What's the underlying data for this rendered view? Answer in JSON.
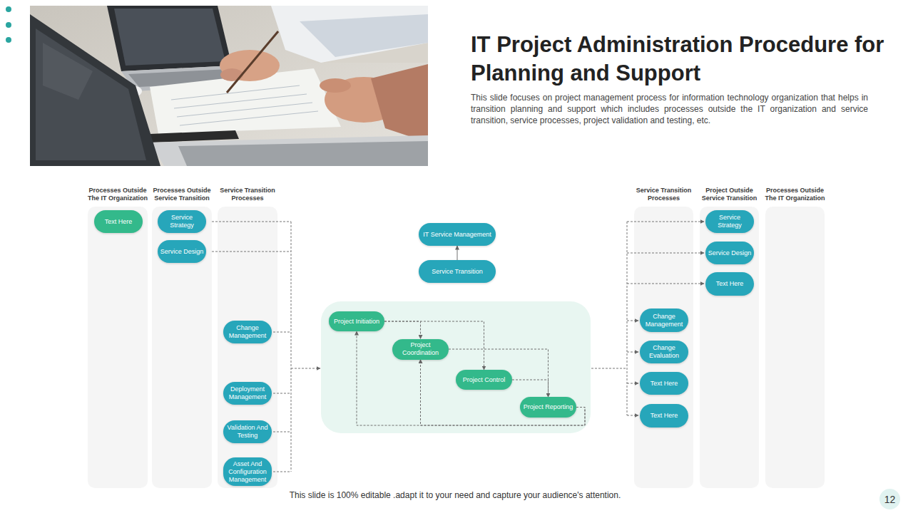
{
  "diagram": {
    "title": "IT Project Administration Procedure for Planning and Support",
    "caption": "This slide is 100% editable .adapt it to your need and capture your audience's attention.",
    "nodes": [
      {
        "text": [
          "Processes Outside The IT Organization"
        ]
      },
      {
        "text": [
          "Text Here"
        ],
        "in": 0
      },
      {
        "text": [
          "Processes Outside Service Transition"
        ]
      },
      {
        "text": [
          "Service Strategy"
        ],
        "in": 2
      },
      {
        "text": [
          "Service Design"
        ],
        "in": 2
      },
      {
        "text": [
          "Service Transition Processes"
        ]
      },
      {
        "text": [
          "Change Management"
        ],
        "in": 5
      },
      {
        "text": [
          "Deployment Management"
        ],
        "in": 5
      },
      {
        "text": [
          "Validation And Testing"
        ],
        "in": 5
      },
      {
        "text": [
          "Asset And Configuration Management"
        ],
        "in": 5
      },
      {
        "text": [
          "IT Service Management"
        ]
      },
      {
        "text": [
          "Service Transition"
        ]
      },
      {
        "text": [
          "Project Initiation"
        ]
      },
      {
        "text": [
          "Project Coordination"
        ]
      },
      {
        "text": [
          "Project Control"
        ]
      },
      {
        "text": [
          "Project Reporting"
        ]
      },
      {
        "text": [
          "Service Transition Processes"
        ]
      },
      {
        "text": [
          "Change Management"
        ],
        "in": 16
      },
      {
        "text": [
          "Change Evaluation"
        ],
        "in": 16
      },
      {
        "text": [
          "Text Here"
        ],
        "in": 16
      },
      {
        "text": [
          "Text Here"
        ],
        "in": 16
      },
      {
        "text": [
          "Project Outside Service Transition"
        ]
      },
      {
        "text": [
          "Service Strategy"
        ],
        "in": 21
      },
      {
        "text": [
          "Service Design"
        ],
        "in": 21
      },
      {
        "text": [
          "Text Here"
        ],
        "in": 21
      },
      {
        "text": [
          "Processes Outside The IT Organization"
        ]
      }
    ],
    "edges": [
      {
        "from": 11,
        "to": 10,
        "arrow": "to"
      },
      {
        "from": 12,
        "to": 13,
        "arrow": "to"
      },
      {
        "from": 12,
        "to": 14,
        "arrow": "to"
      },
      {
        "from": 13,
        "to": 15,
        "arrow": "to"
      },
      {
        "from": 14,
        "to": 15,
        "arrow": "to"
      },
      {
        "from": 15,
        "to": 12,
        "arrow": "to"
      },
      {
        "from": 15,
        "to": 13,
        "arrow": "to"
      }
    ],
    "labels": [
      "This slide focuses on project management process for information technology organization that helps in transition planning and support which includes processes outside the IT organization and service transition, service processes, project validation and testing, etc.",
      "12"
    ]
  }
}
